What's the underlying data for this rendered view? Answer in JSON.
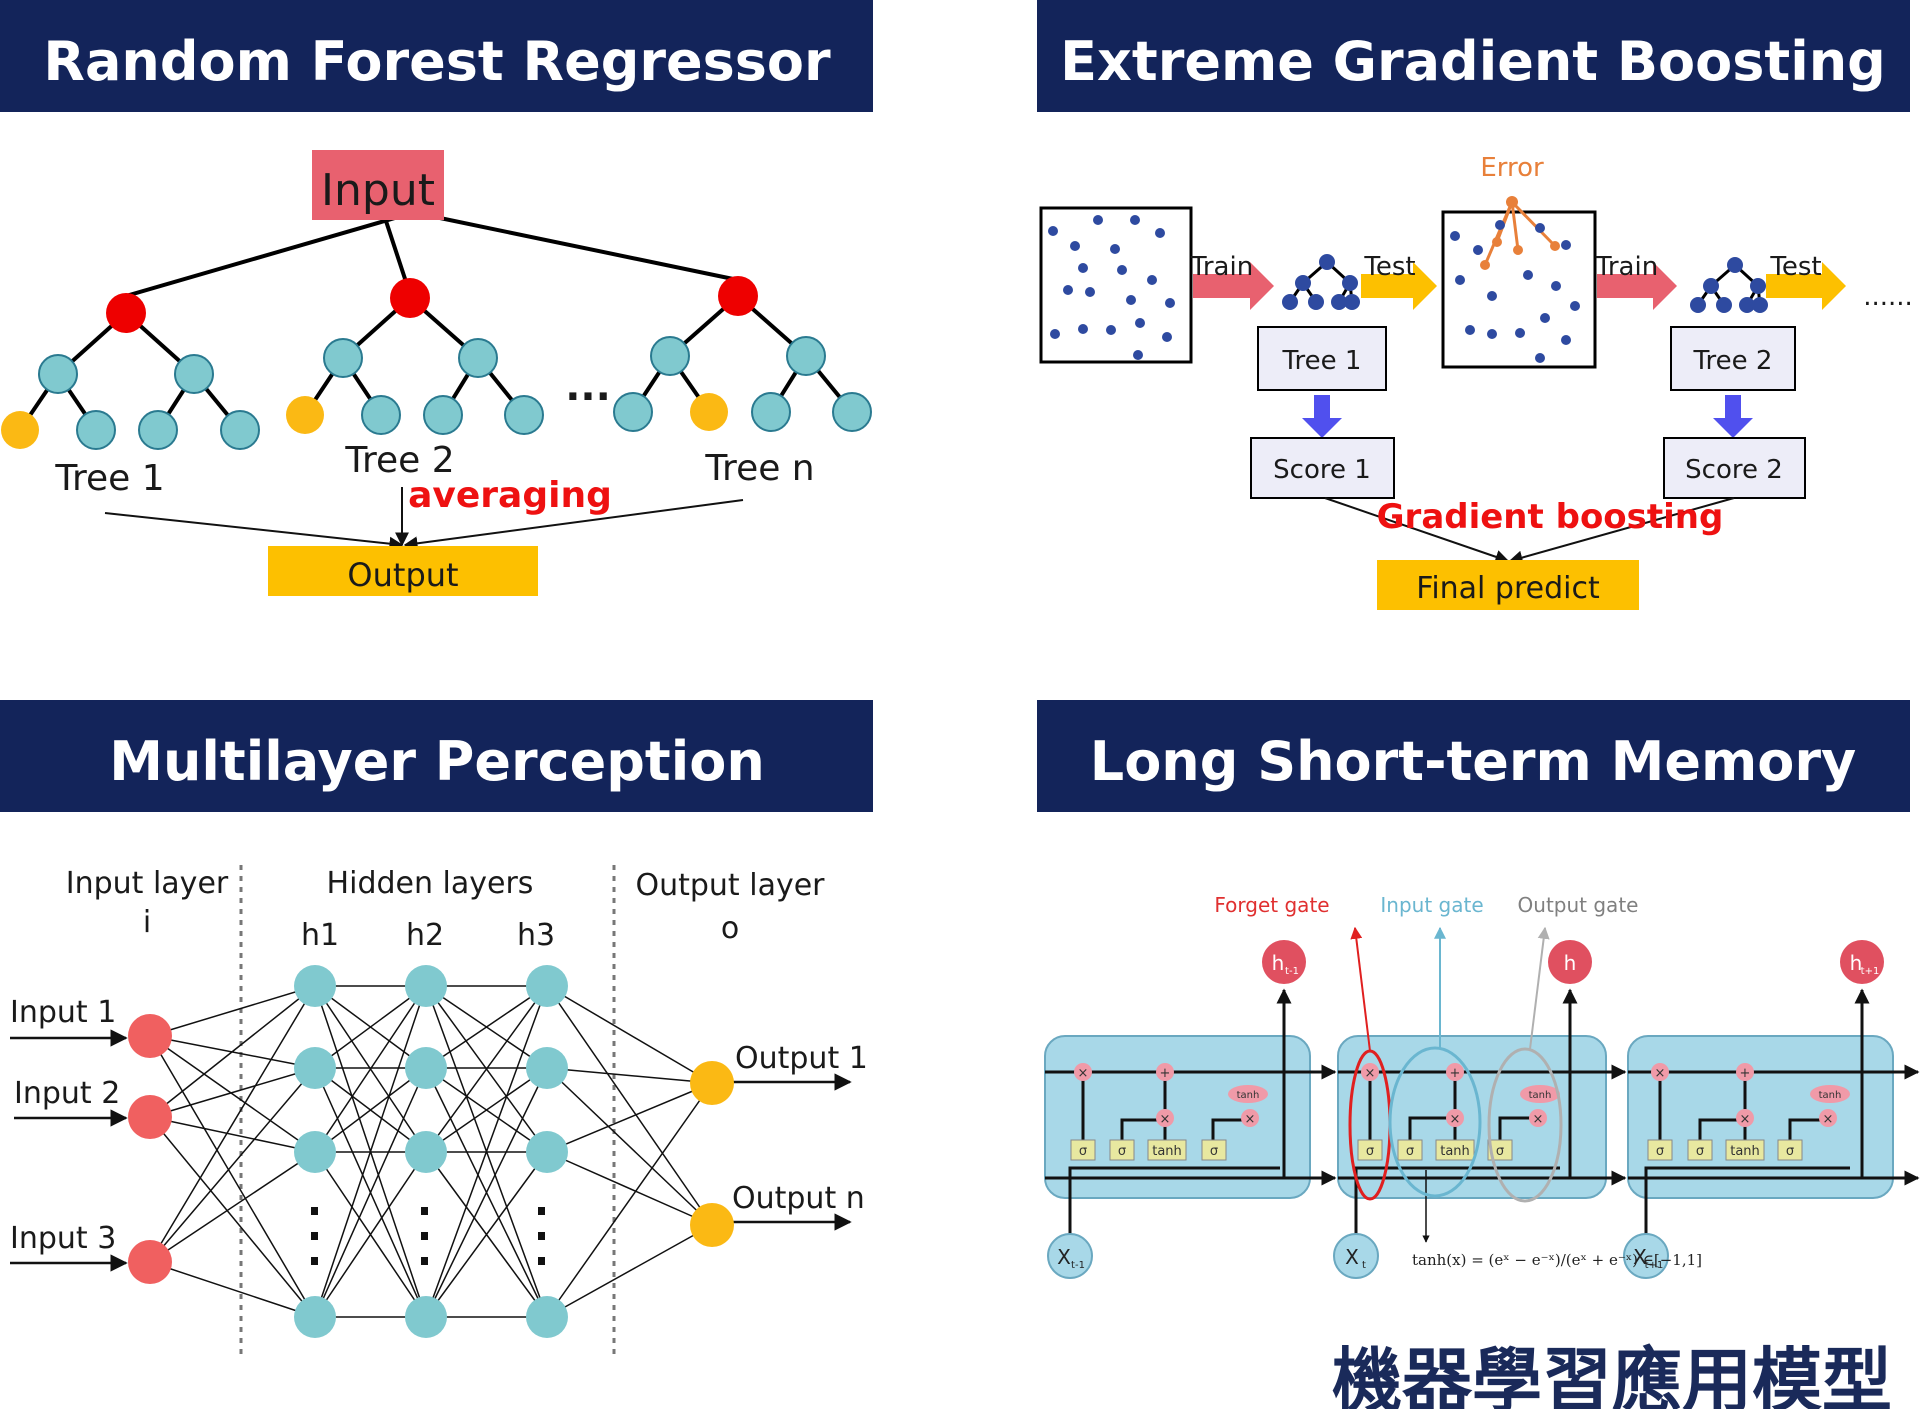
{
  "panels": {
    "rf": {
      "title": "Random Forest Regressor",
      "input": "Input",
      "trees": [
        "Tree 1",
        "Tree 2",
        "Tree n"
      ],
      "ellipsis": "...",
      "averaging": "averaging",
      "output": "Output"
    },
    "xgb": {
      "title": "Extreme Gradient Boosting",
      "error": "Error",
      "train": "Train",
      "test": "Test",
      "tree1": "Tree 1",
      "tree2": "Tree 2",
      "score1": "Score 1",
      "score2": "Score 2",
      "ellipsis": "......",
      "gradient": "Gradient boosting",
      "final": "Final predict"
    },
    "mlp": {
      "title": "Multilayer Perception",
      "input_layer": "Input layer",
      "input_layer_sym": "i",
      "hidden_layers": "Hidden layers",
      "h1": "h1",
      "h2": "h2",
      "h3": "h3",
      "output_layer": "Output layer",
      "output_layer_sym": "o",
      "inputs": [
        "Input 1",
        "Input 2",
        "Input 3"
      ],
      "outputs": [
        "Output 1",
        "Output n"
      ]
    },
    "lstm": {
      "title": "Long Short-term Memory",
      "forget_gate": "Forget gate",
      "input_gate": "Input gate",
      "output_gate": "Output gate",
      "h_prev": "h",
      "h_prev_sub": "t-1",
      "h_cur": "h",
      "h_next": "h",
      "h_next_sub": "t+1",
      "x_prev": "X",
      "x_prev_sub": "t-1",
      "x_cur": "X",
      "x_cur_sub": "t",
      "x_next": "X",
      "x_next_sub": "t+1",
      "sigma": "σ",
      "tanh": "tanh",
      "times": "×",
      "plus": "+",
      "formula": "tanh(x) = (eˣ − e⁻ˣ)/(eˣ + e⁻ˣ)  ∈[−1,1]"
    }
  },
  "footer": "機器學習應用模型",
  "colors": {
    "header_bg": "#13245a",
    "input_box": "#e8616f",
    "output_box": "#fdc000",
    "red_node": "#ee0000",
    "teal_node": "#80c9cf",
    "yellow_node": "#fbb914",
    "mlp_red": "#f06060",
    "mlp_teal": "#80c9cf",
    "mlp_yellow": "#fbb914",
    "navy_dot": "#2e4aa0",
    "arrow_red": "#e8616f",
    "arrow_yellow": "#fdc000",
    "arrow_blue": "#5050ee",
    "lstm_cell": "#a8d8e8"
  }
}
